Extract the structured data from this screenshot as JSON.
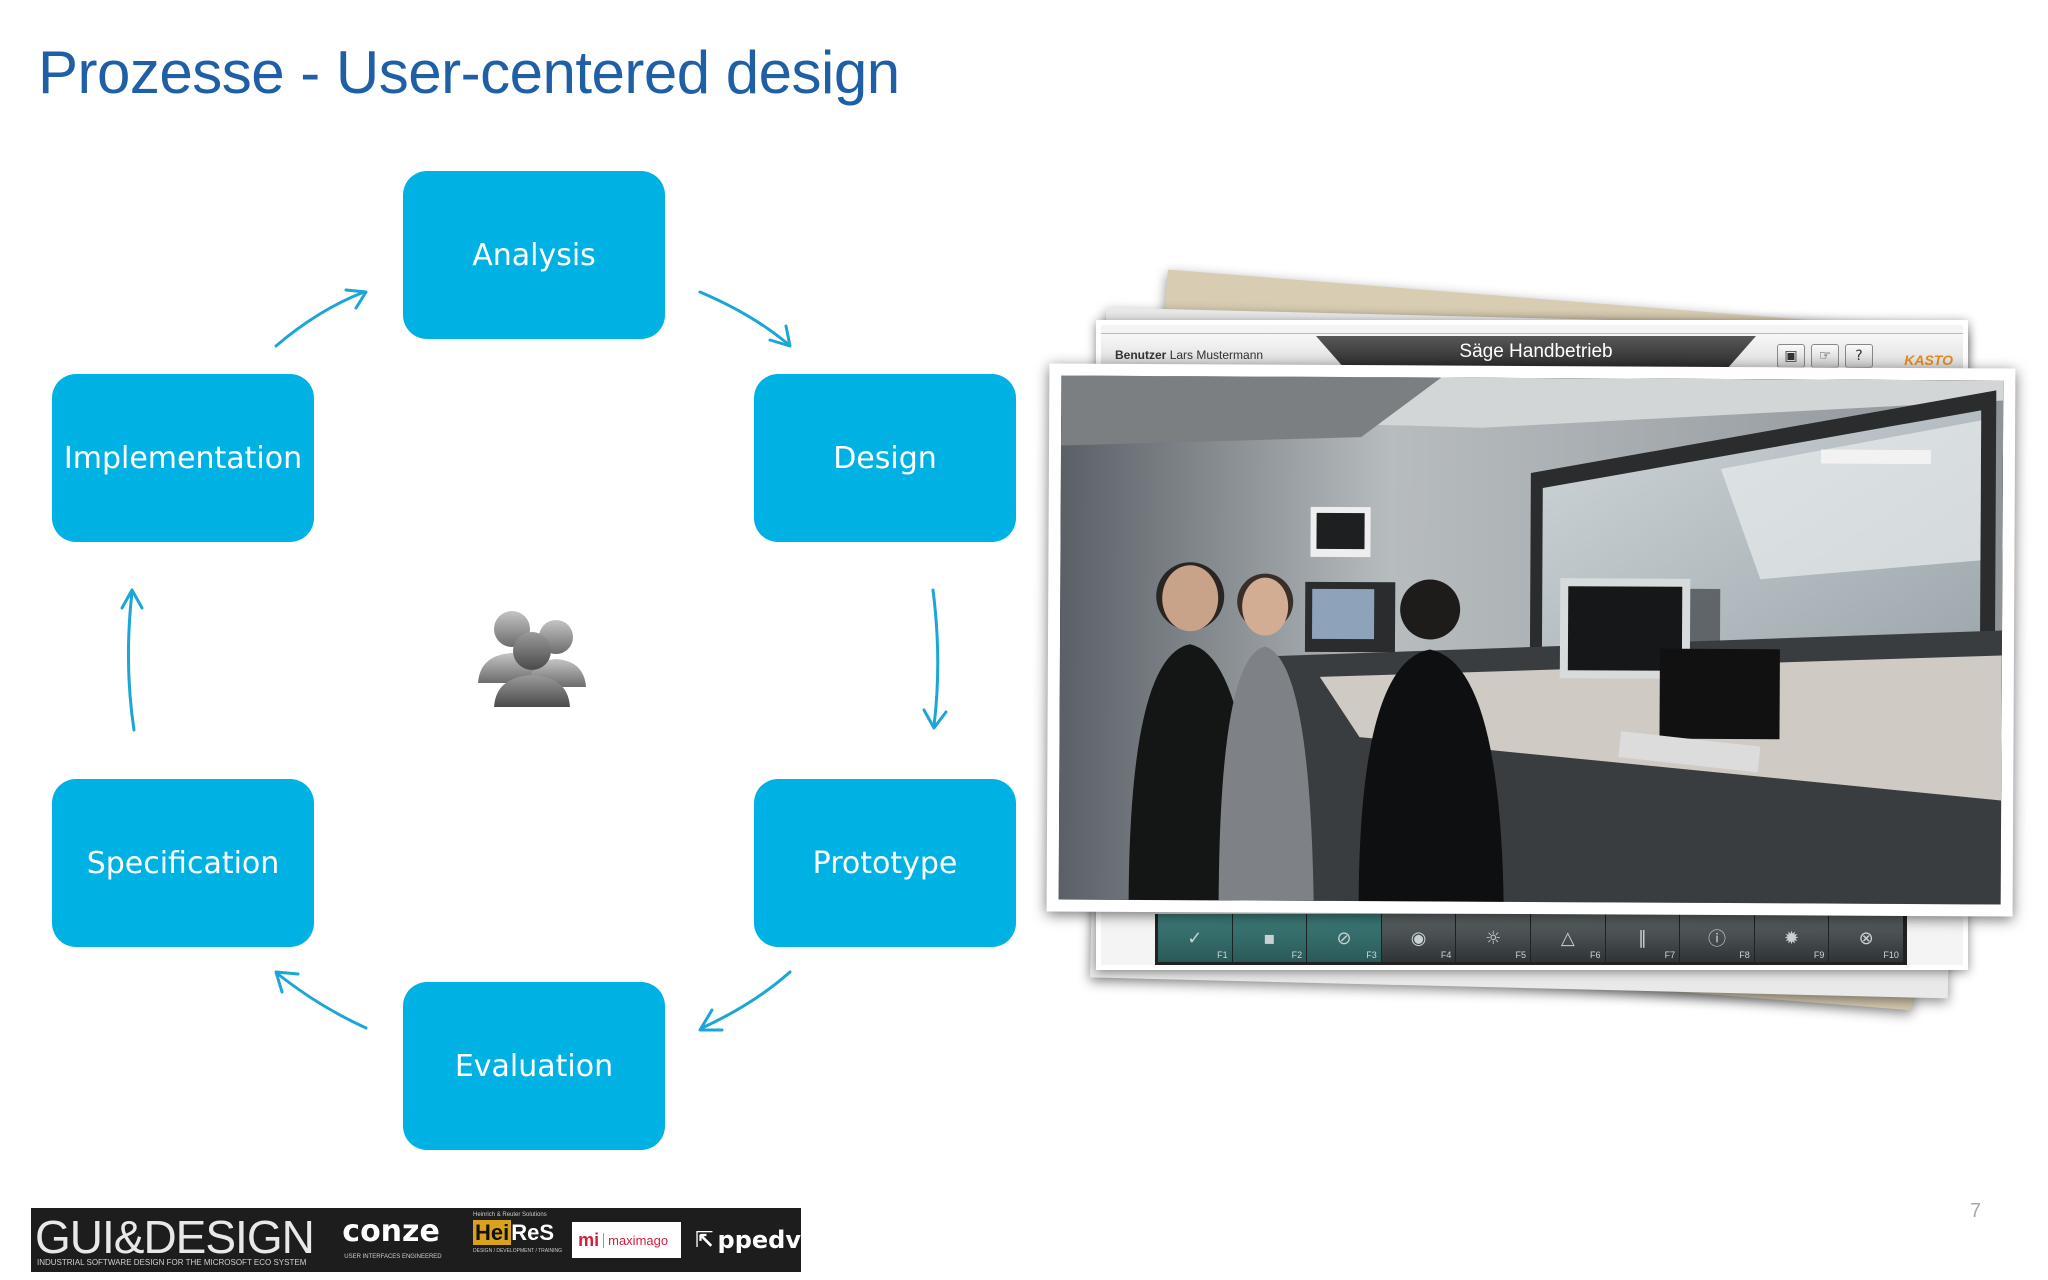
{
  "slide": {
    "title": "Prozesse - User-centered design",
    "page_number": "7"
  },
  "cycle": {
    "accent_color": "#00b2e3",
    "arrow_color": "#1aa6d6",
    "steps": [
      "Analysis",
      "Design",
      "Prototype",
      "Evaluation",
      "Specification",
      "Implementation"
    ],
    "center_icon": "users-icon"
  },
  "screenshot": {
    "user_prefix": "Benutzer",
    "user_name": "Lars Mustermann",
    "window_title": "Säge Handbetrieb",
    "brand": "KASTO",
    "function_keys": [
      "F1",
      "F2",
      "F3",
      "F4",
      "F5",
      "F6",
      "F7",
      "F8",
      "F9",
      "F10"
    ],
    "function_icons": [
      "checkmark-icon",
      "save-icon",
      "cancel-icon",
      "eye-icon",
      "light-icon",
      "warning-icon",
      "tool-icon",
      "info-icon",
      "gear-icon",
      "close-icon"
    ],
    "top_icons": [
      "3d-icon",
      "hand-icon",
      "help-icon"
    ],
    "accent_orange": "#e58a1f"
  },
  "footer": {
    "logos": {
      "gui_design": "GUI&DESIGN",
      "gui_design_sub": "INDUSTRIAL SOFTWARE DESIGN FOR THE MICROSOFT ECO SYSTEM",
      "conze": "conze",
      "conze_sub": "USER INTERFACES ENGINEERED",
      "heires_top": "Heinrich & Reuter Solutions",
      "heires_hl": "Hei",
      "heires_rest": "ReS",
      "heires_sub": "DESIGN / DEVELOPMENT / TRAINING",
      "maximago_mark": "mi",
      "maximago_name": "maximago",
      "ppedv": "ppedv"
    }
  }
}
